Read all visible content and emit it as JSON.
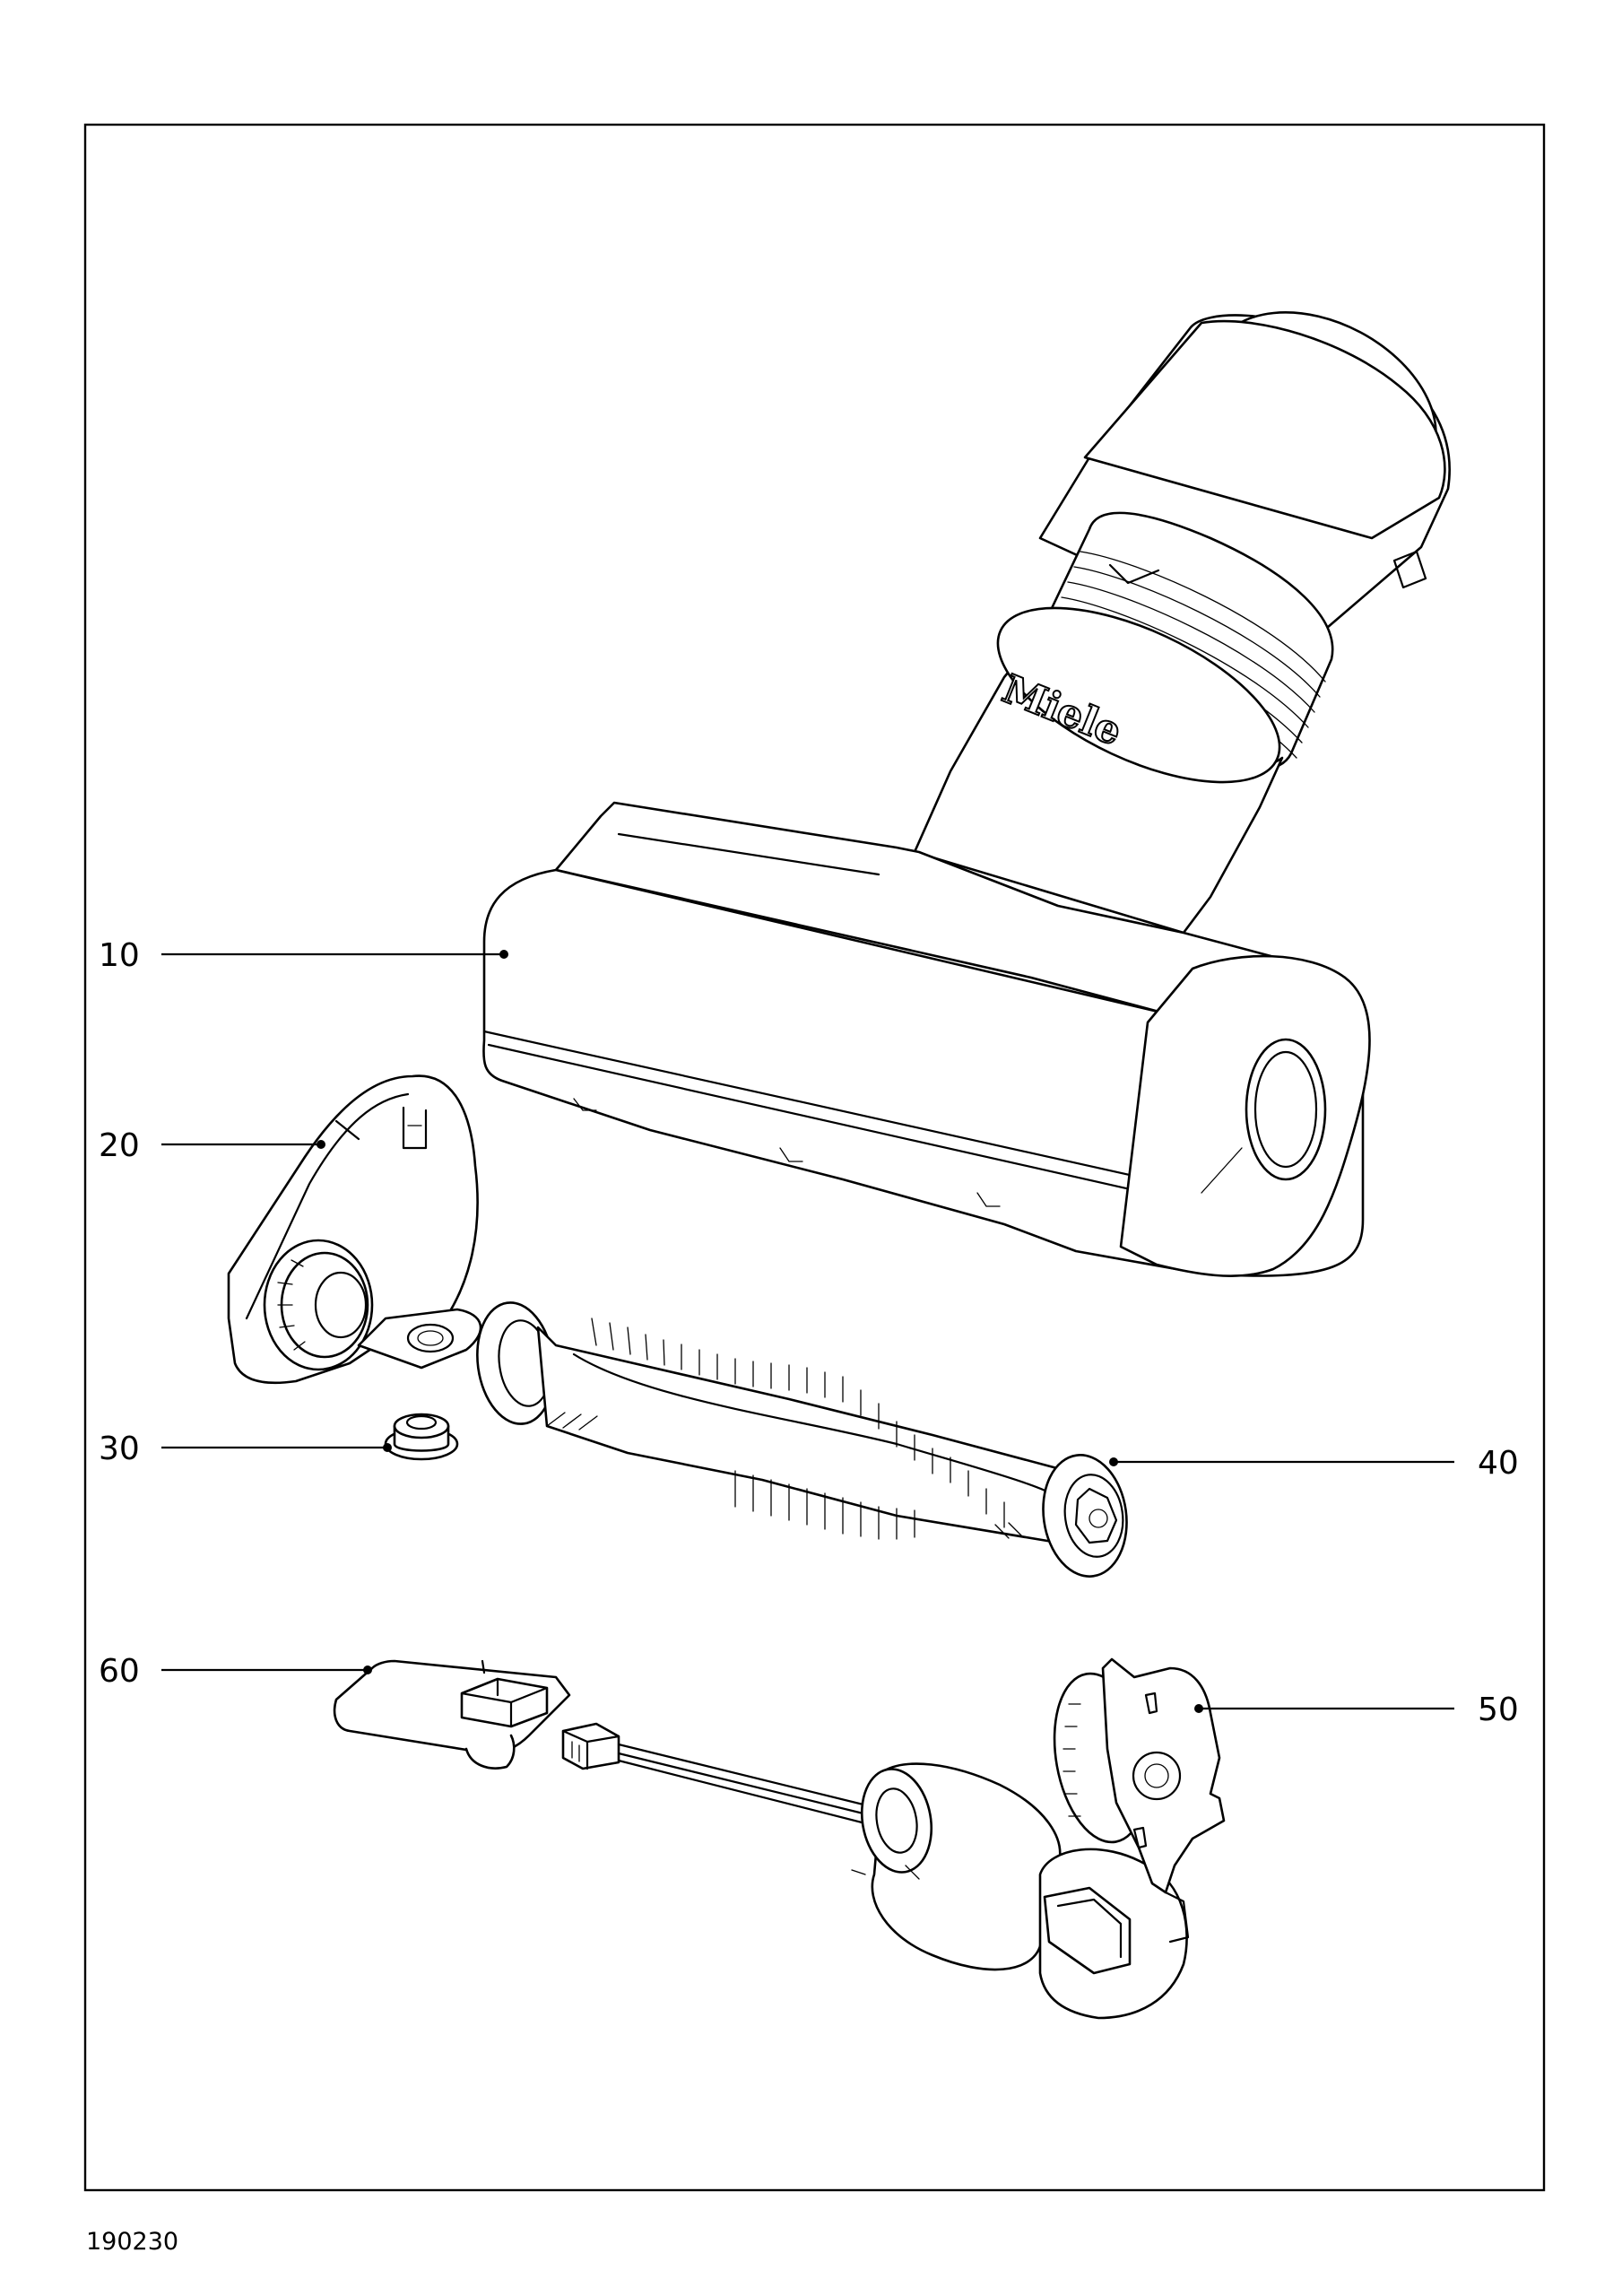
{
  "drawing": {
    "brand_mark": "Miele",
    "document_number": "190230"
  },
  "callouts": [
    {
      "id": "10",
      "label": "10",
      "part": "nozzle-housing"
    },
    {
      "id": "20",
      "label": "20",
      "part": "side-cover"
    },
    {
      "id": "30",
      "label": "30",
      "part": "bearing-bush"
    },
    {
      "id": "40",
      "label": "40",
      "part": "brush-roller"
    },
    {
      "id": "50",
      "label": "50",
      "part": "motor-drive-unit"
    },
    {
      "id": "60",
      "label": "60",
      "part": "circuit-board"
    }
  ]
}
